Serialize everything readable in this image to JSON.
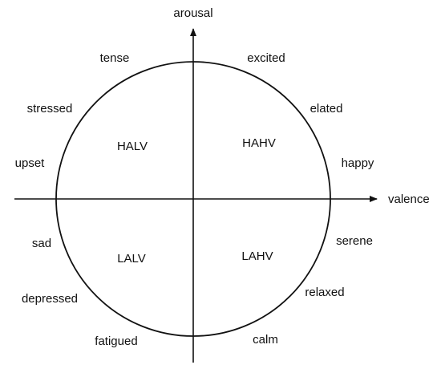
{
  "axes": {
    "x_label": "valence",
    "y_label": "arousal"
  },
  "quadrants": {
    "top_left": "HALV",
    "top_right": "HAHV",
    "bottom_left": "LALV",
    "bottom_right": "LAHV"
  },
  "emotions": {
    "tense": "tense",
    "excited": "excited",
    "stressed": "stressed",
    "elated": "elated",
    "upset": "upset",
    "happy": "happy",
    "sad": "sad",
    "serene": "serene",
    "depressed": "depressed",
    "relaxed": "relaxed",
    "fatigued": "fatigued",
    "calm": "calm"
  },
  "colors": {
    "stroke": "#111111",
    "text": "#111111",
    "background": "#ffffff"
  }
}
